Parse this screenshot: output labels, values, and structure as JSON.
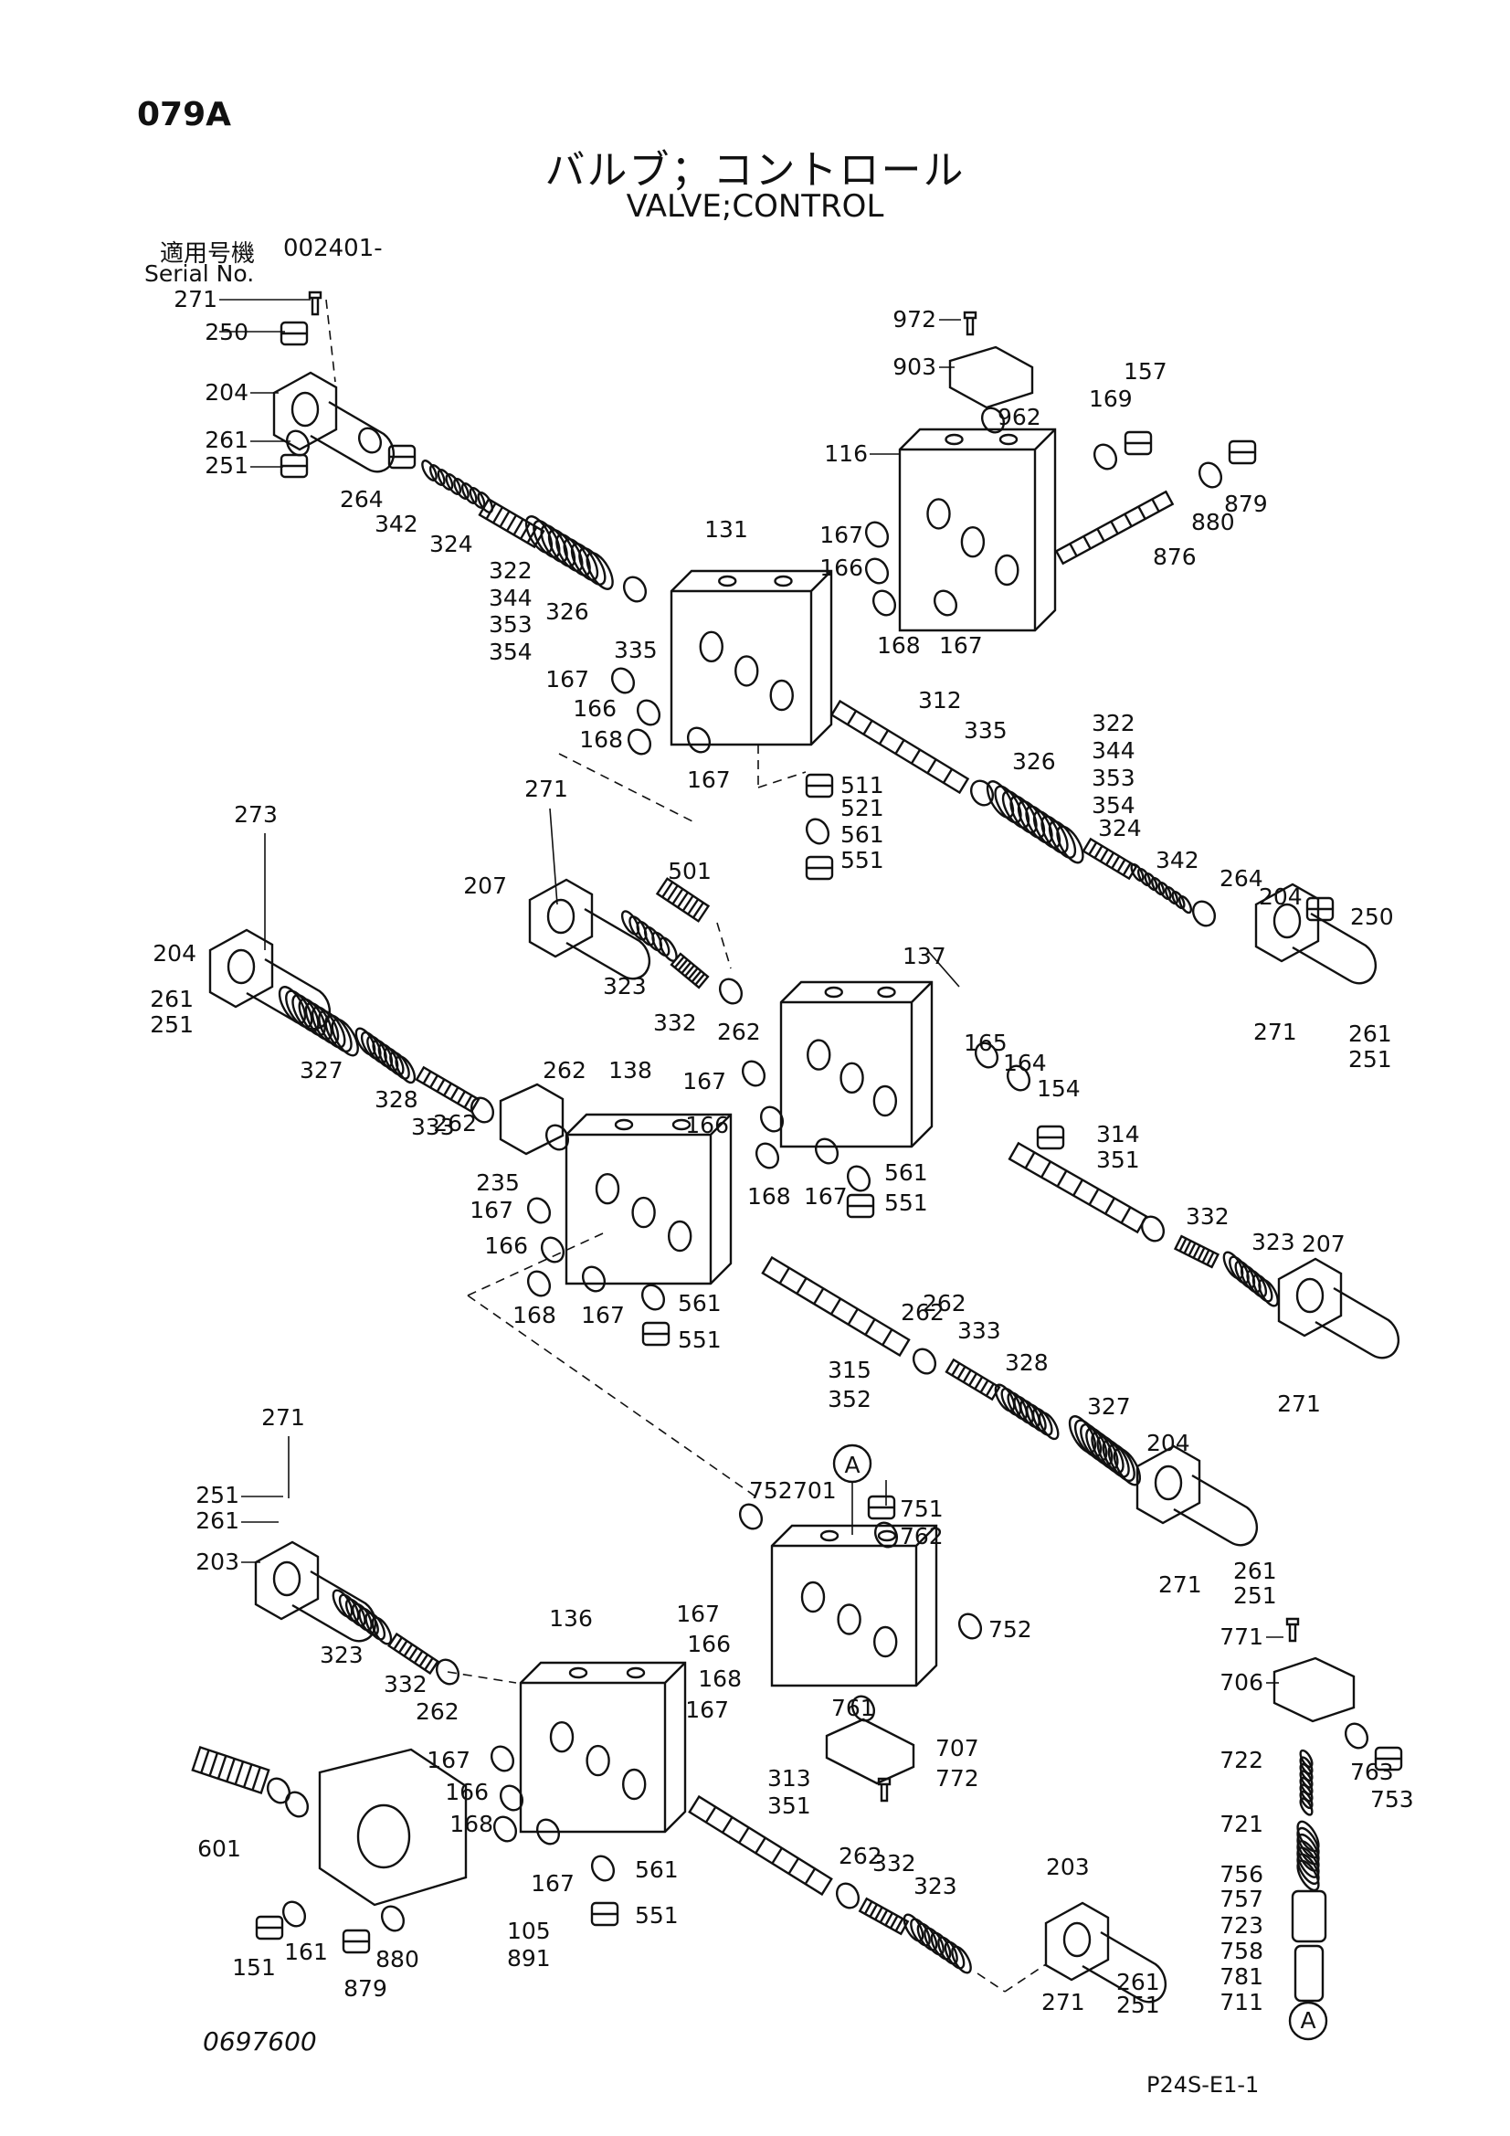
{
  "header": {
    "page_code": "079A",
    "title_jp": "バルブ；コントロール",
    "title_en": "VALVE;CONTROL",
    "serial_label_jp": "適用号機",
    "serial_value": "002401-",
    "serial_label_en": "Serial No."
  },
  "footer": {
    "drawing_number": "0697600",
    "sheet_reference": "P24S-E1-1"
  },
  "callouts": {
    "ref_A": "A",
    "top_left": [
      "271",
      "250",
      "204",
      "261",
      "251",
      "264",
      "342",
      "324",
      "322",
      "344",
      "353",
      "354",
      "326",
      "335"
    ],
    "top_right": [
      "972",
      "903",
      "962",
      "157",
      "169",
      "116",
      "879",
      "880",
      "876",
      "167",
      "166",
      "168",
      "167"
    ],
    "section_131": [
      "131",
      "167",
      "166",
      "168",
      "167",
      "312",
      "335",
      "322",
      "344",
      "353",
      "354",
      "326",
      "324",
      "342",
      "264",
      "204",
      "250",
      "271",
      "261",
      "251",
      "511",
      "521",
      "561",
      "551"
    ],
    "section_137": [
      "273",
      "271",
      "207",
      "501",
      "204",
      "261",
      "251",
      "323",
      "332",
      "262",
      "137",
      "327",
      "328",
      "333",
      "165",
      "164",
      "154",
      "167",
      "166",
      "168",
      "167",
      "561",
      "551",
      "314",
      "351"
    ],
    "section_138": [
      "262",
      "138",
      "235",
      "262",
      "167",
      "166",
      "168",
      "167",
      "561",
      "551",
      "262",
      "332",
      "323",
      "207",
      "271",
      "315",
      "352",
      "262",
      "333",
      "328",
      "327",
      "204",
      "271",
      "261",
      "251"
    ],
    "section_136": [
      "271",
      "251",
      "261",
      "203",
      "323",
      "332",
      "262",
      "136",
      "752",
      "701",
      "751",
      "762",
      "752",
      "167",
      "166",
      "168",
      "167",
      "761",
      "707",
      "772",
      "167",
      "166",
      "168",
      "167",
      "561",
      "551",
      "601",
      "151",
      "161",
      "879",
      "880",
      "105",
      "891",
      "313",
      "351",
      "262",
      "332",
      "323",
      "203",
      "271",
      "261",
      "251"
    ],
    "right_column": [
      "771",
      "706",
      "763",
      "753",
      "722",
      "721",
      "756",
      "757",
      "723",
      "758",
      "781",
      "711",
      "A"
    ]
  }
}
